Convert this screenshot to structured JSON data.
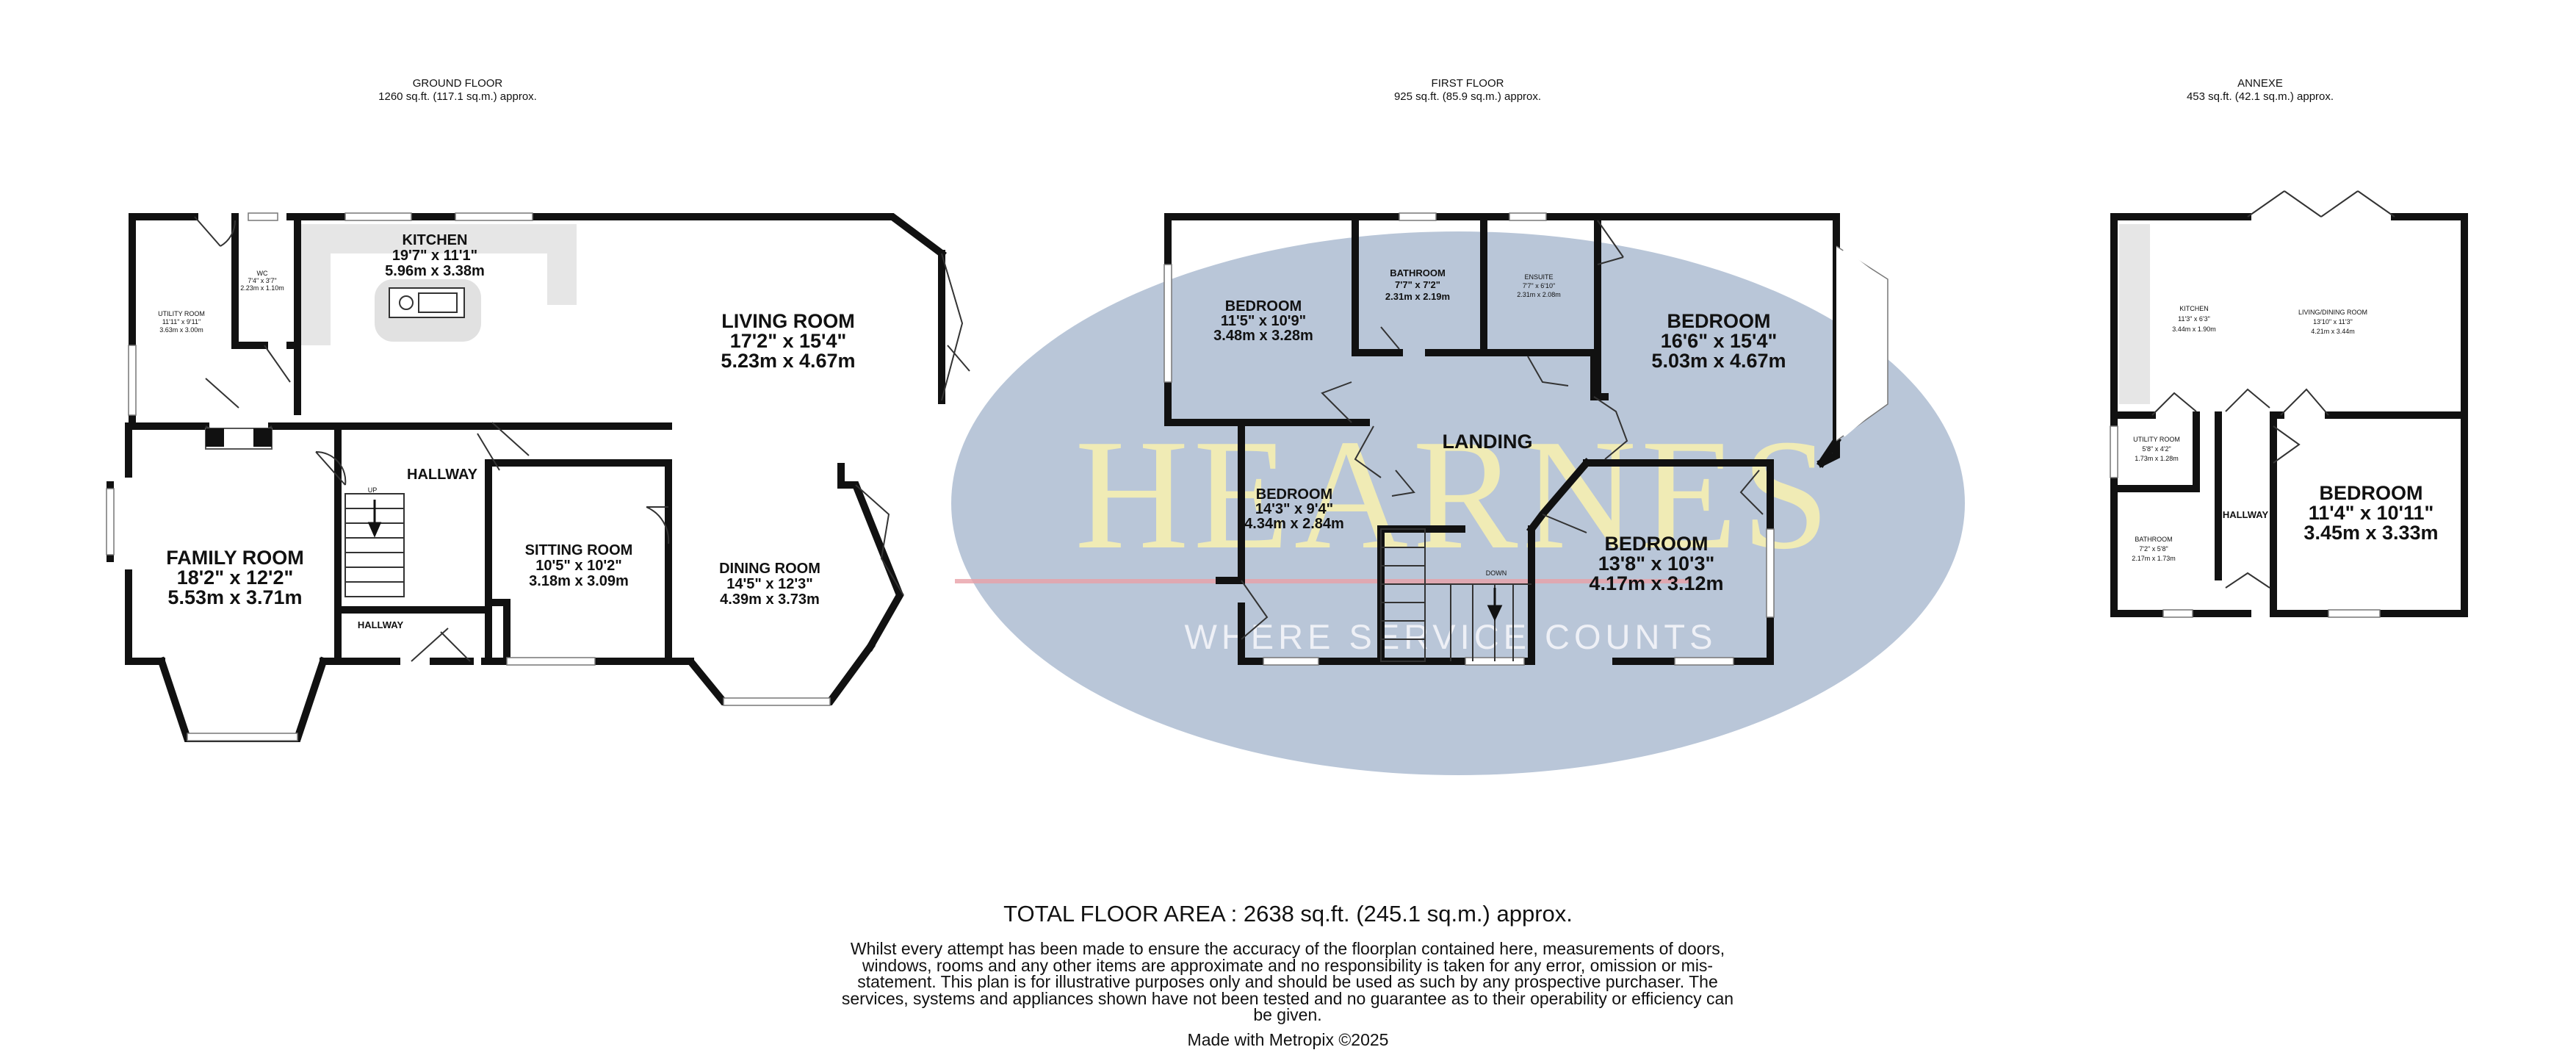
{
  "floors": [
    {
      "name": "GROUND FLOOR",
      "area": "1260 sq.ft. (117.1 sq.m.) approx."
    },
    {
      "name": "FIRST FLOOR",
      "area": "925 sq.ft. (85.9 sq.m.) approx."
    },
    {
      "name": "ANNEXE",
      "area": "453 sq.ft. (42.1 sq.m.) approx."
    }
  ],
  "rooms": {
    "kitchen": {
      "name": "KITCHEN",
      "imperial": "19'7\" x 11'1\"",
      "metric": "5.96m x 3.38m"
    },
    "living_room": {
      "name": "LIVING ROOM",
      "imperial": "17'2\" x 15'4\"",
      "metric": "5.23m x 4.67m"
    },
    "utility_room": {
      "name": "UTILITY ROOM",
      "imperial": "11'11\" x 9'11\"",
      "metric": "3.63m x 3.00m"
    },
    "wc": {
      "name": "WC",
      "imperial": "7'4\" x 3'7\"",
      "metric": "2.23m x 1.10m"
    },
    "hallway_main": {
      "name": "HALLWAY"
    },
    "hallway_small": {
      "name": "HALLWAY"
    },
    "up_label": "UP",
    "family_room": {
      "name": "FAMILY ROOM",
      "imperial": "18'2\" x 12'2\"",
      "metric": "5.53m x 3.71m"
    },
    "sitting_room": {
      "name": "SITTING ROOM",
      "imperial": "10'5\" x 10'2\"",
      "metric": "3.18m x 3.09m"
    },
    "dining_room": {
      "name": "DINING ROOM",
      "imperial": "14'5\" x 12'3\"",
      "metric": "4.39m x 3.73m"
    },
    "bedroom_1": {
      "name": "BEDROOM",
      "imperial": "11'5\" x 10'9\"",
      "metric": "3.48m x 3.28m"
    },
    "bathroom": {
      "name": "BATHROOM",
      "imperial": "7'7\" x 7'2\"",
      "metric": "2.31m x 2.19m"
    },
    "ensuite": {
      "name": "ENSUITE",
      "imperial": "7'7\" x 6'10\"",
      "metric": "2.31m x 2.08m"
    },
    "bedroom_2": {
      "name": "BEDROOM",
      "imperial": "16'6\" x 15'4\"",
      "metric": "5.03m x 4.67m"
    },
    "landing": {
      "name": "LANDING"
    },
    "bedroom_3": {
      "name": "BEDROOM",
      "imperial": "14'3\" x 9'4\"",
      "metric": "4.34m x 2.84m"
    },
    "bedroom_4": {
      "name": "BEDROOM",
      "imperial": "13'8\" x 10'3\"",
      "metric": "4.17m x 3.12m"
    },
    "down_label": "DOWN",
    "annexe_kitchen": {
      "name": "KITCHEN",
      "imperial": "11'3\" x 6'3\"",
      "metric": "3.44m x 1.90m"
    },
    "annexe_living": {
      "name": "LIVING/DINING ROOM",
      "imperial": "13'10\" x 11'3\"",
      "metric": "4.21m x 3.44m"
    },
    "annexe_utility": {
      "name": "UTILITY ROOM",
      "imperial": "5'8\" x 4'2\"",
      "metric": "1.73m x 1.28m"
    },
    "annexe_hallway": {
      "name": "HALLWAY"
    },
    "annexe_bathroom": {
      "name": "BATHROOM",
      "imperial": "7'2\" x 5'8\"",
      "metric": "2.17m x 1.73m"
    },
    "annexe_bedroom": {
      "name": "BEDROOM",
      "imperial": "11'4\" x 10'11\"",
      "metric": "3.45m x 3.33m"
    }
  },
  "watermark": {
    "brand": "HEARNES",
    "tagline": "WHERE SERVICE COUNTS"
  },
  "footer": {
    "total": "TOTAL FLOOR AREA : 2638 sq.ft. (245.1 sq.m.) approx.",
    "disclaimer": "Whilst every attempt has been made to ensure the accuracy of the floorplan contained here, measurements of doors, windows, rooms and any other items are approximate and no responsibility is taken for any error, omission or mis-statement. This plan is for illustrative purposes only and should be used as such by any prospective purchaser. The services, systems and appliances shown have not been tested and no guarantee as to their operability or efficiency can be given.",
    "made_with": "Made with Metropix ©2025"
  }
}
